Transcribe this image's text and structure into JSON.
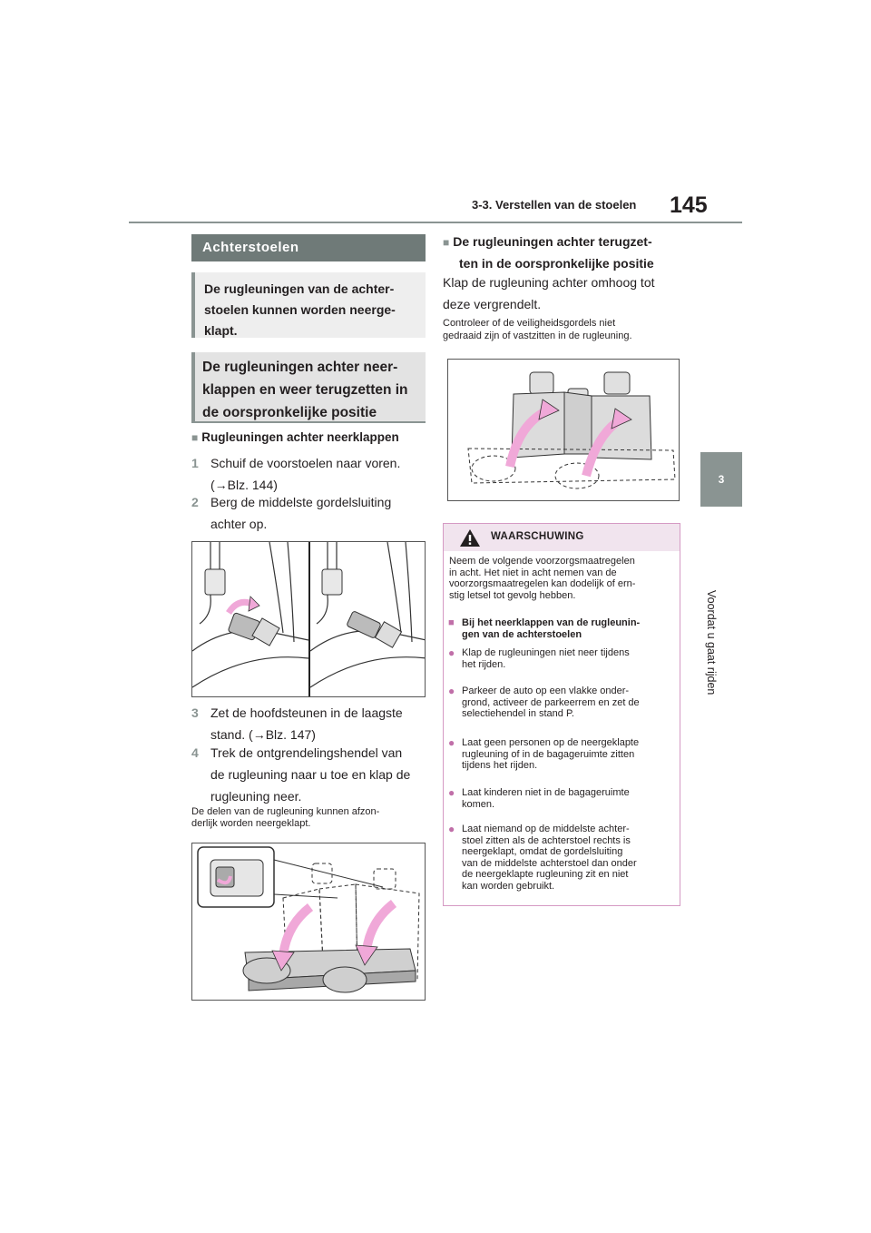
{
  "header": {
    "section_title": "3-3. Verstellen van de stoelen",
    "page_number": "145"
  },
  "side_tab": {
    "number": "3",
    "label": "Voordat u gaat rijden"
  },
  "left": {
    "section_bar": "Achterstoelen",
    "intro_box": [
      "De rugleuningen van de achter-",
      "stoelen kunnen worden neerge-",
      "klapt."
    ],
    "sub_box": [
      "De rugleuningen achter neer-",
      "klappen en weer terugzetten in",
      "de oorspronkelijke positie"
    ],
    "fold_heading": "Rugleuningen achter neerklappen",
    "steps": [
      {
        "num": "1",
        "lines": [
          "Schuif de voorstoelen naar voren.",
          "(→Blz. 144)"
        ]
      },
      {
        "num": "2",
        "lines": [
          "Berg de middelste gordelsluiting",
          "achter op."
        ]
      },
      {
        "num": "3",
        "lines": [
          "Zet de hoofdsteunen in de laagste",
          "stand. (→Blz. 147)"
        ]
      },
      {
        "num": "4",
        "lines": [
          "Trek de ontgrendelingshendel van",
          "de rugleuning naar u toe en klap de",
          "rugleuning neer."
        ]
      }
    ],
    "note": [
      "De delen van de rugleuning kunnen afzon-",
      "derlijk worden neergeklapt."
    ]
  },
  "right": {
    "restore_heading": [
      "De rugleuningen achter terugzet-",
      "ten in de oorspronkelijke positie"
    ],
    "restore_text": [
      "Klap de rugleuning achter omhoog tot",
      "deze vergrendelt."
    ],
    "restore_note": [
      "Controleer of de veiligheidsgordels niet",
      "gedraaid zijn of vastzitten in de rugleuning."
    ]
  },
  "warning": {
    "title": "WAARSCHUWING",
    "intro": [
      "Neem de volgende voorzorgsmaatregelen",
      "in acht. Het niet in acht nemen van de",
      "voorzorgsmaatregelen kan dodelijk of ern-",
      "stig letsel tot gevolg hebben."
    ],
    "subheading": [
      "Bij het neerklappen van de rugleunin-",
      "gen van de achterstoelen"
    ],
    "bullets": [
      [
        "Klap de rugleuningen niet neer tijdens",
        "het rijden."
      ],
      [
        "Parkeer de auto op een vlakke onder-",
        "grond, activeer de parkeerrem en zet de",
        "selectiehendel in stand P."
      ],
      [
        "Laat geen personen op de neergeklapte",
        "rugleuning of in de bagageruimte zitten",
        "tijdens het rijden."
      ],
      [
        "Laat kinderen niet in de bagageruimte",
        "komen."
      ],
      [
        "Laat niemand op de middelste achter-",
        "stoel zitten als de achterstoel rechts is",
        "neergeklapt, omdat de gordelsluiting",
        "van de middelste achterstoel dan onder",
        "de neergeklapte rugleuning zit en niet",
        "kan worden gebruikt."
      ]
    ]
  },
  "colors": {
    "accent_gray": "#8a9492",
    "warning_border": "#d59ac4",
    "warning_bg": "#f1e4ee",
    "arrow_pink": "#f0a8d8"
  }
}
